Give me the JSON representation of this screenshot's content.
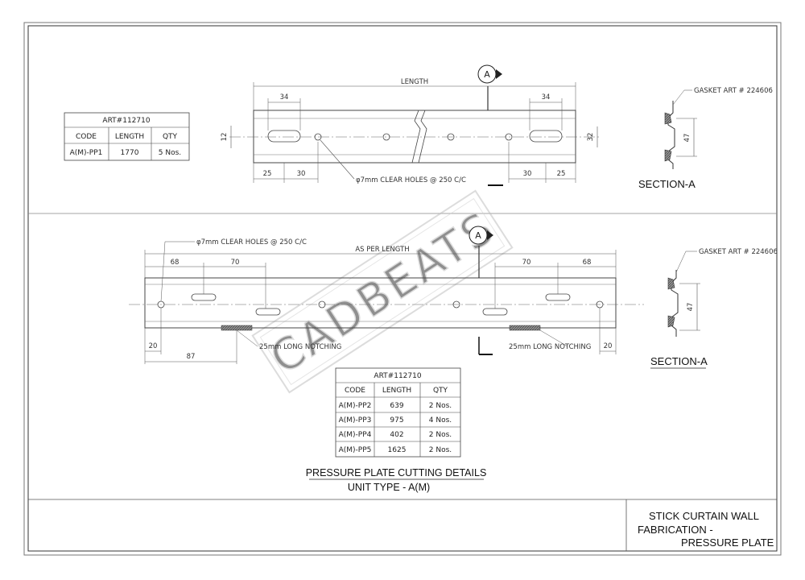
{
  "title_block": {
    "line1": "STICK CURTAIN WALL",
    "line2": "FABRICATION  -",
    "line3": "PRESSURE PLATE"
  },
  "watermark": "CADBEATS",
  "top_view": {
    "length_label": "LENGTH",
    "dim_34_left": "34",
    "dim_34_right": "34",
    "dim_25_left": "25",
    "dim_30_left": "30",
    "dim_30_right": "30",
    "dim_25_right": "25",
    "dim_12": "12",
    "dim_32": "32",
    "holes_note": "φ7mm CLEAR HOLES @ 250 C/C",
    "section_marker": "A"
  },
  "bottom_view": {
    "length_label": "AS PER LENGTH",
    "dim_68_left": "68",
    "dim_70_left": "70",
    "dim_70_right": "70",
    "dim_68_right": "68",
    "dim_20_left": "20",
    "dim_87": "87",
    "dim_20_right": "20",
    "holes_note": "φ7mm CLEAR HOLES @ 250 C/C",
    "notch_left": "25mm LONG NOTCHING",
    "notch_right": "25mm LONG NOTCHING",
    "section_marker": "A"
  },
  "section_top": {
    "label": "SECTION-A",
    "gasket": "GASKET ART # 224606",
    "dim": "47"
  },
  "section_bottom": {
    "label": "SECTION-A",
    "gasket": "GASKET ART # 224606",
    "dim": "47"
  },
  "table1": {
    "title": "ART#112710",
    "headers": [
      "CODE",
      "LENGTH",
      "QTY"
    ],
    "rows": [
      [
        "A(M)-PP1",
        "1770",
        "5 Nos."
      ]
    ]
  },
  "table2": {
    "title": "ART#112710",
    "headers": [
      "CODE",
      "LENGTH",
      "QTY"
    ],
    "rows": [
      [
        "A(M)-PP2",
        "639",
        "2 Nos."
      ],
      [
        "A(M)-PP3",
        "975",
        "4 Nos."
      ],
      [
        "A(M)-PP4",
        "402",
        "2 Nos."
      ],
      [
        "A(M)-PP5",
        "1625",
        "2 Nos."
      ]
    ]
  },
  "caption": {
    "line1": "PRESSURE PLATE CUTTING DETAILS",
    "line2": "UNIT TYPE - A(M)"
  }
}
